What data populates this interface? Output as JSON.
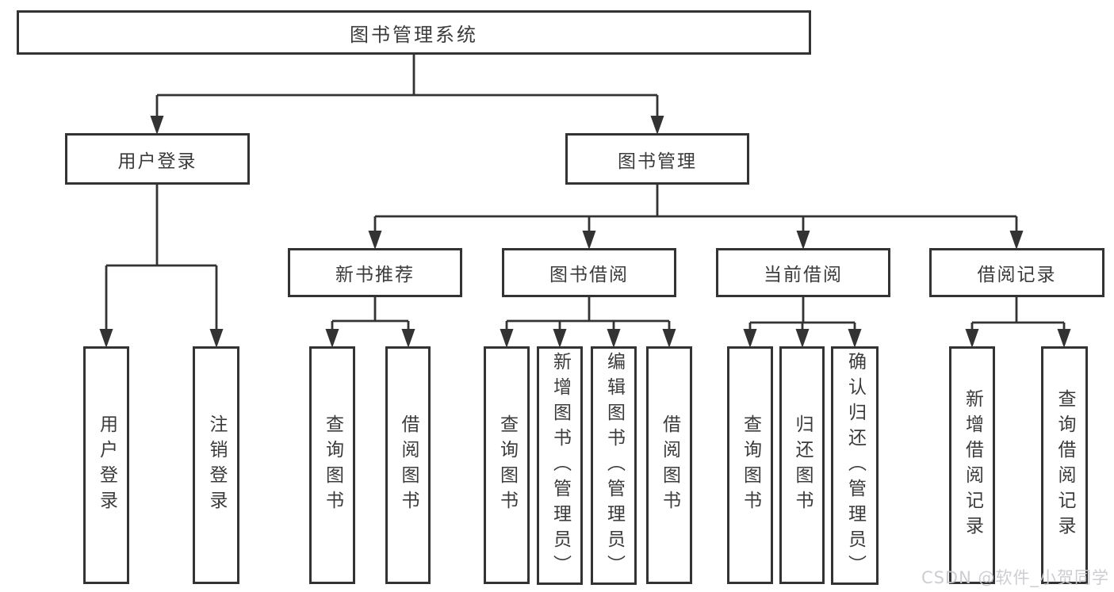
{
  "page": {
    "background_color": "#ffffff",
    "line_color": "#333333",
    "text_color": "#3b3b3b"
  },
  "watermark": {
    "text": "CSDN @软件_小贺同学"
  },
  "diagram": {
    "type": "hierarchy-tree",
    "root": {
      "label": "图书管理系统"
    },
    "branches": [
      {
        "label": "用户登录",
        "children": [
          {
            "label": "用户登录"
          },
          {
            "label": "注销登录"
          }
        ]
      },
      {
        "label": "图书管理",
        "children": [
          {
            "label": "新书推荐",
            "children": [
              {
                "label": "查询图书"
              },
              {
                "label": "借阅图书"
              }
            ]
          },
          {
            "label": "图书借阅",
            "children": [
              {
                "label": "查询图书"
              },
              {
                "label": "新增图书（管理员）"
              },
              {
                "label": "编辑图书（管理员）"
              },
              {
                "label": "借阅图书"
              }
            ]
          },
          {
            "label": "当前借阅",
            "children": [
              {
                "label": "查询图书"
              },
              {
                "label": "归还图书"
              },
              {
                "label": "确认归还（管理员）"
              }
            ]
          },
          {
            "label": "借阅记录",
            "children": [
              {
                "label": "新增借阅记录"
              },
              {
                "label": "查询借阅记录"
              }
            ]
          }
        ]
      }
    ]
  }
}
